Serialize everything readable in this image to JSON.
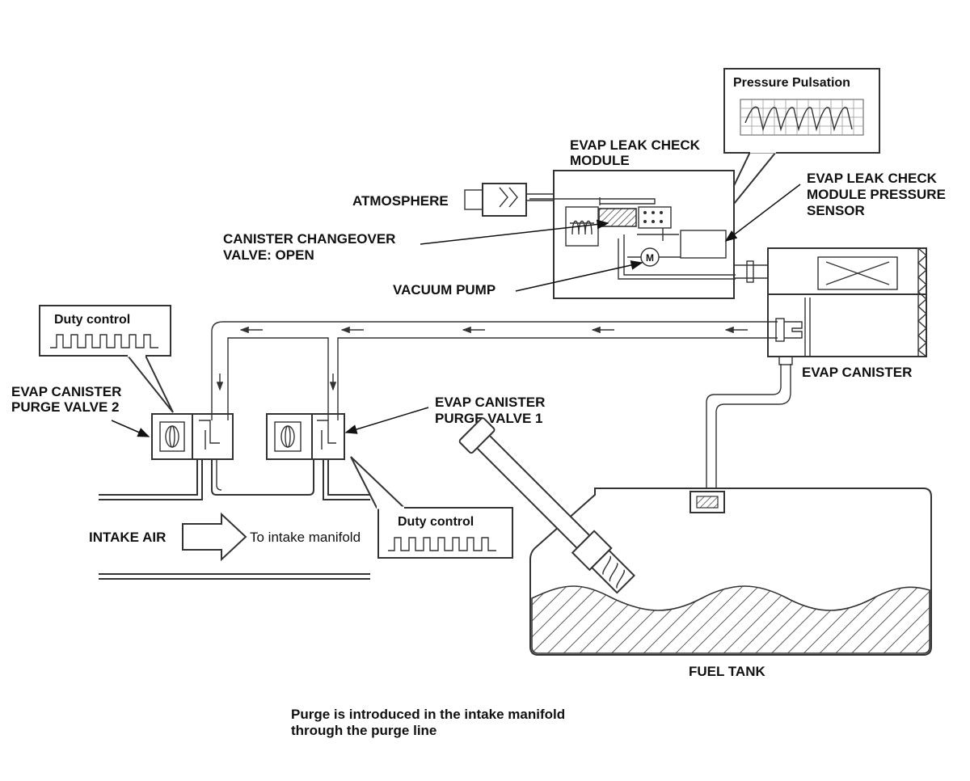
{
  "labels": {
    "pressure_pulsation": "Pressure Pulsation",
    "module_line1": "EVAP LEAK CHECK",
    "module_line2": "MODULE",
    "atmosphere": "ATMOSPHERE",
    "sensor_line1": "EVAP LEAK CHECK",
    "sensor_line2": "MODULE PRESSURE",
    "sensor_line3": "SENSOR",
    "changeover_line1": "CANISTER CHANGEOVER",
    "changeover_line2": "VALVE: OPEN",
    "vacuum_pump": "VACUUM PUMP",
    "duty_control_left": "Duty control",
    "duty_control_right": "Duty control",
    "purge2_line1": "EVAP CANISTER",
    "purge2_line2": "PURGE VALVE 2",
    "purge1_line1": "EVAP CANISTER",
    "purge1_line2": "PURGE VALVE 1",
    "evap_canister": "EVAP CANISTER",
    "intake_air": "INTAKE AIR",
    "to_intake_manifold": "To intake manifold",
    "fuel_tank": "FUEL TANK",
    "pump_letter": "M"
  },
  "caption": {
    "line1": "Purge is introduced in the intake manifold",
    "line2": "through the purge line"
  }
}
